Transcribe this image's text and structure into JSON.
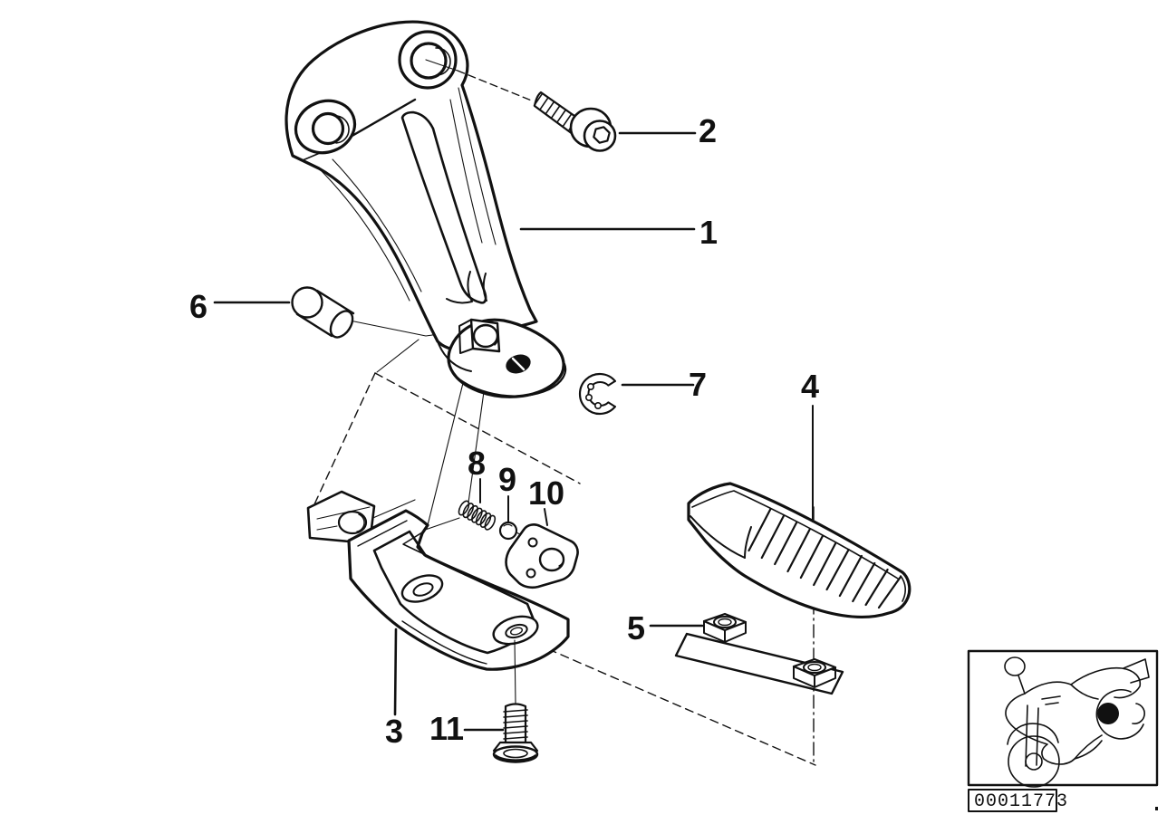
{
  "colors": {
    "background": "#ffffff",
    "ink": "#111111"
  },
  "diagram": {
    "kind": "exploded-parts-diagram",
    "callouts": {
      "c1": "1",
      "c2": "2",
      "c3": "3",
      "c4": "4",
      "c5": "5",
      "c6": "6",
      "c7": "7",
      "c8": "8",
      "c9": "9",
      "c10": "10",
      "c11": "11"
    },
    "part_number": "00011773"
  }
}
